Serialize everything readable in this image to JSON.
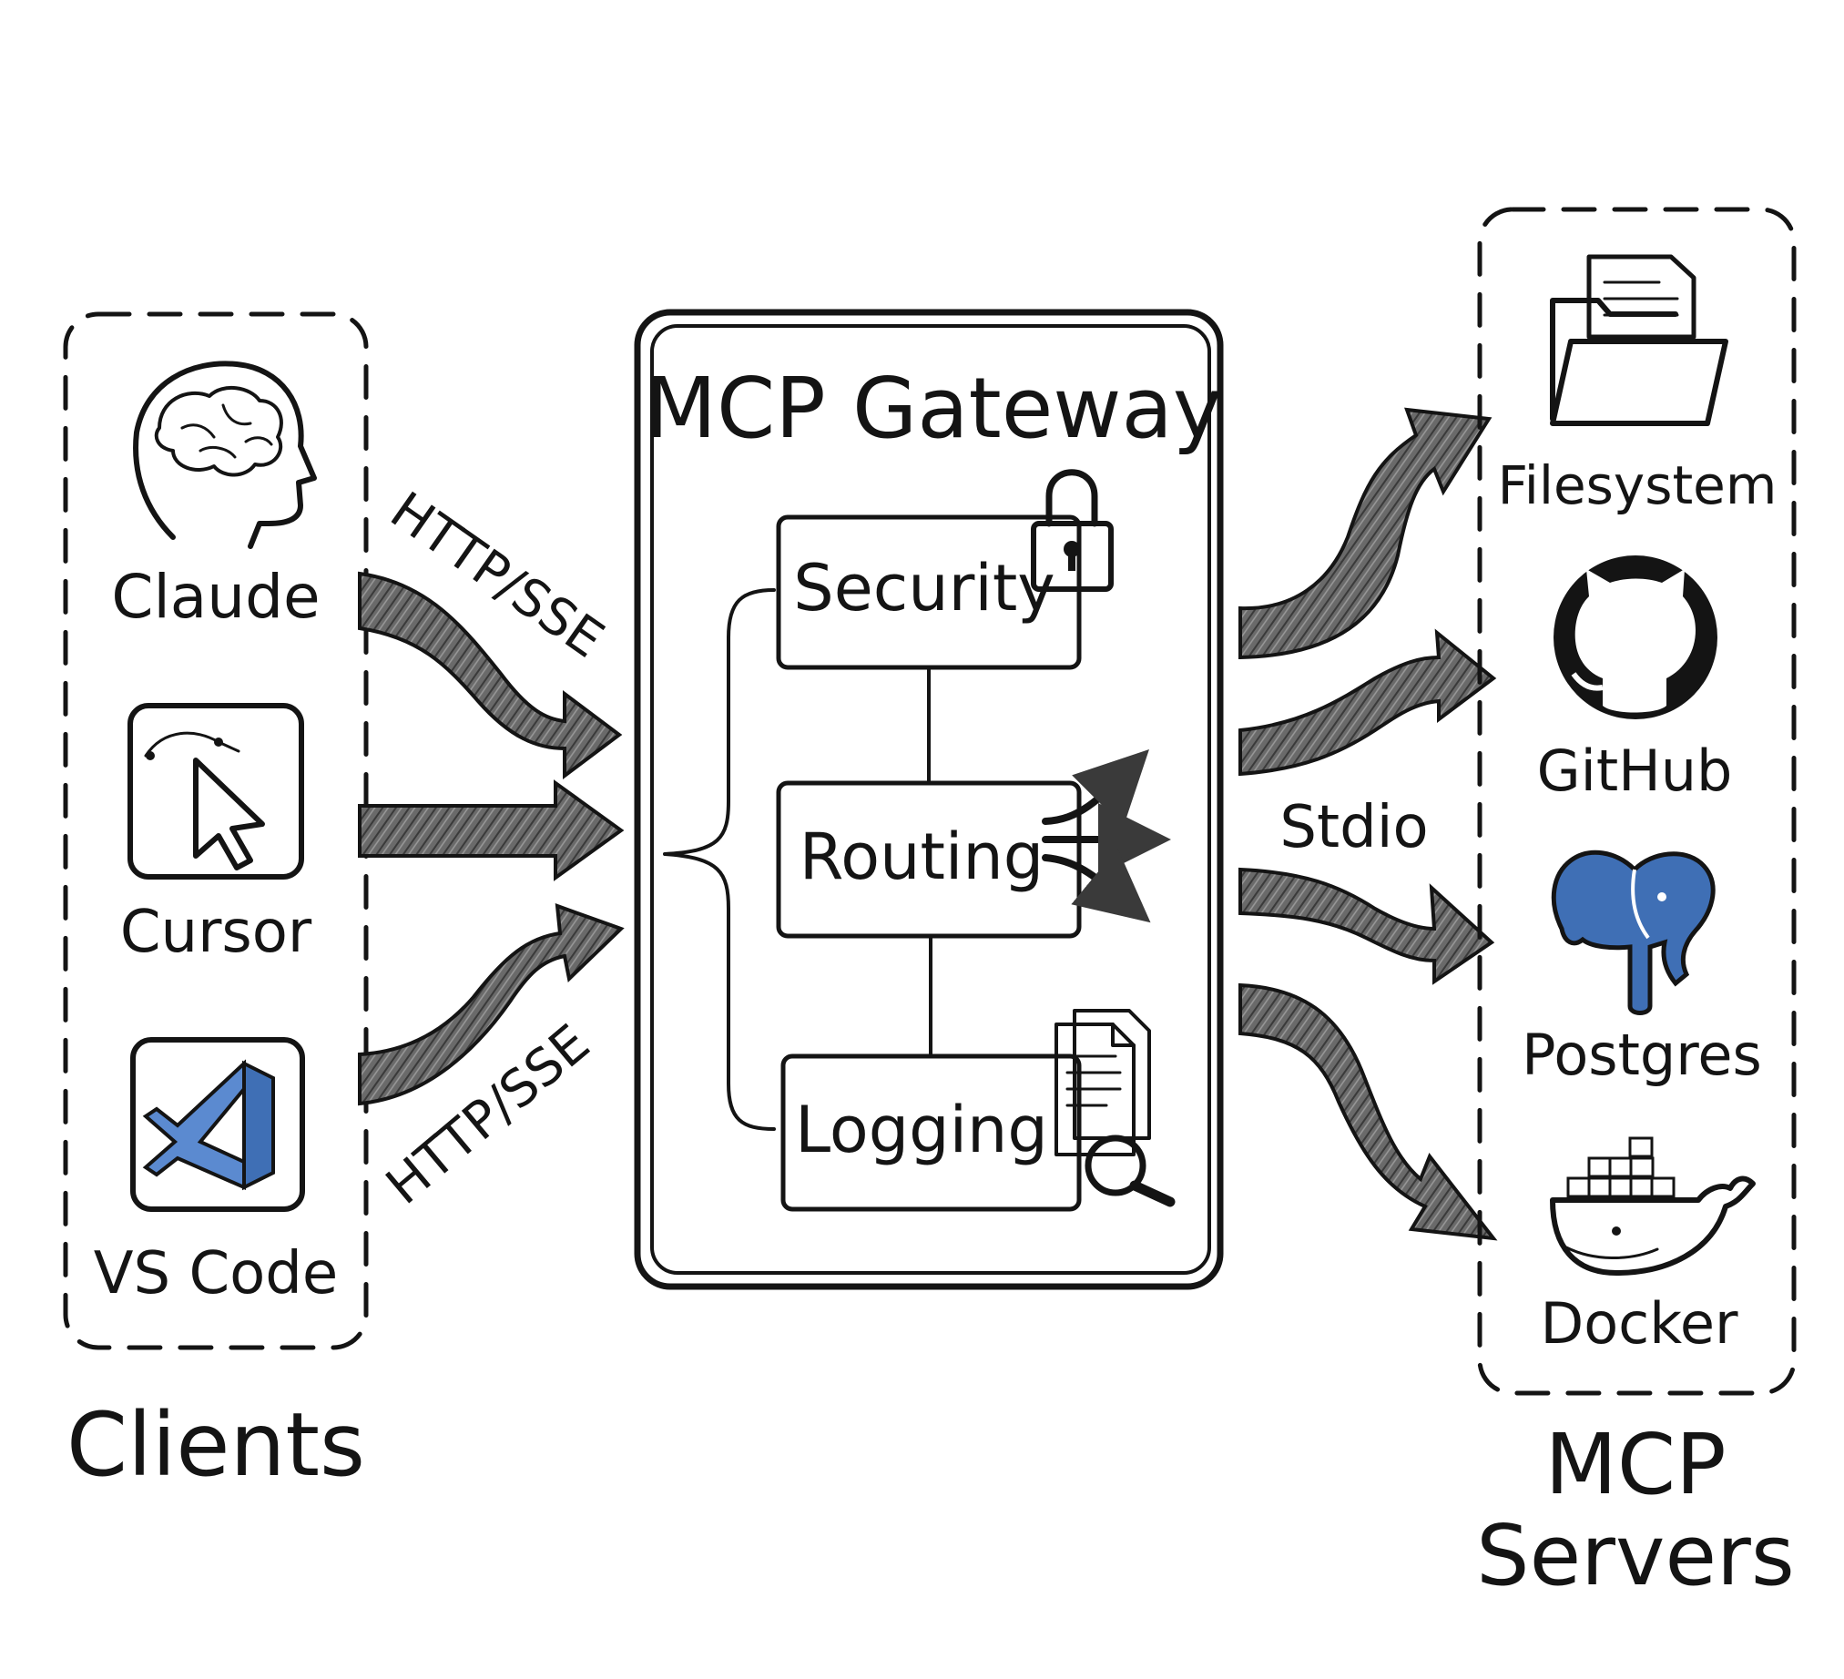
{
  "gateway": {
    "title": "MCP Gateway",
    "modules": [
      {
        "label": "Security",
        "icon": "padlock-icon"
      },
      {
        "label": "Routing",
        "icon": "split-arrows-icon"
      },
      {
        "label": "Logging",
        "icon": "document-search-icon"
      }
    ]
  },
  "clients": {
    "group_label": "Clients",
    "items": [
      {
        "label": "Claude",
        "icon": "brain-head-icon"
      },
      {
        "label": "Cursor",
        "icon": "cursor-pointer-icon"
      },
      {
        "label": "VS Code",
        "icon": "vscode-logo-icon"
      }
    ]
  },
  "servers": {
    "group_label_line1": "MCP",
    "group_label_line2": "Servers",
    "items": [
      {
        "label": "Filesystem",
        "icon": "folder-icon"
      },
      {
        "label": "GitHub",
        "icon": "github-octocat-icon"
      },
      {
        "label": "Postgres",
        "icon": "postgres-elephant-icon"
      },
      {
        "label": "Docker",
        "icon": "docker-whale-icon"
      }
    ]
  },
  "connections": {
    "client_protocol_top": "HTTP/SSE",
    "client_protocol_bottom": "HTTP/SSE",
    "server_protocol": "Stdio"
  },
  "colors": {
    "ink": "#141414",
    "arrow_fill": "#6a6a6a",
    "accent_blue": "#3f6fb5"
  }
}
